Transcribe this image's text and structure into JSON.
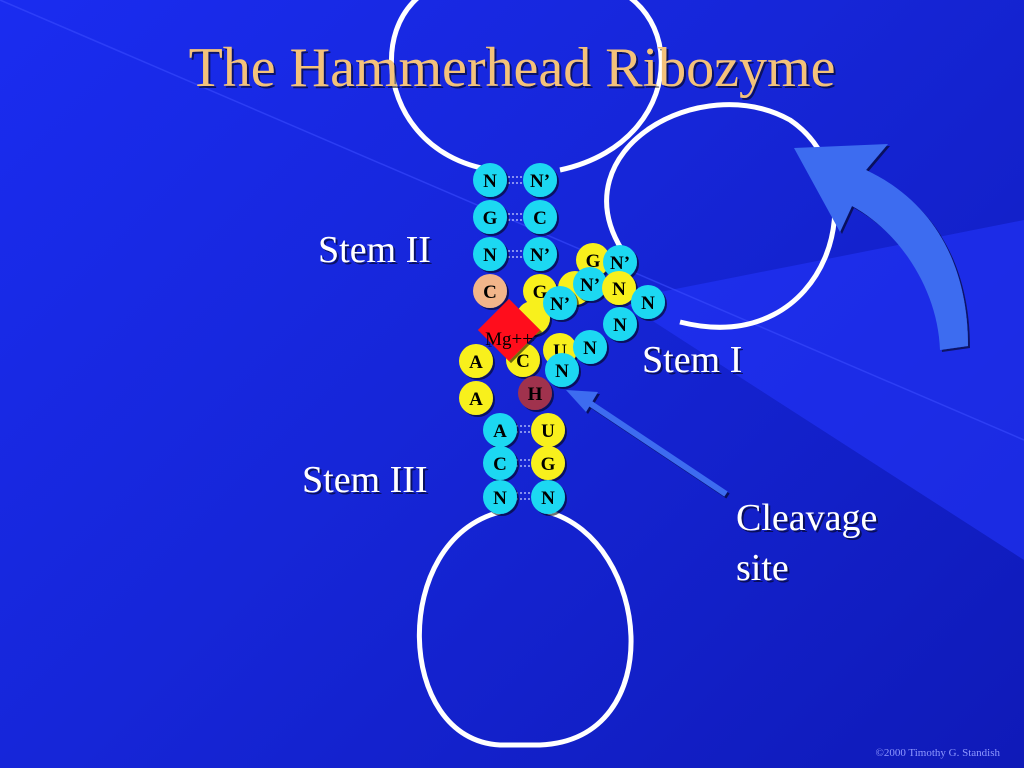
{
  "slide": {
    "title": "The Hammerhead Ribozyme",
    "copyright": "©2000 Timothy G. Standish"
  },
  "labels": {
    "stem_ii": "Stem II",
    "stem_i": "Stem I",
    "stem_iii": "Stem III",
    "cleavage_line1": "Cleavage",
    "cleavage_line2": "site"
  },
  "magnesium": "Mg++",
  "colors": {
    "cyan": "#1fd8f2",
    "yellow": "#f8f01c",
    "peach": "#f2b58a",
    "maroon": "#a0334d",
    "magnesium": "#ff0a1e",
    "arrow": "#3c6cf0",
    "title": "#f4c27a"
  },
  "nucleotides": [
    {
      "name": "stem-ii-left-1",
      "base": "N",
      "color": "cyan"
    },
    {
      "name": "stem-ii-right-1",
      "base": "N’",
      "color": "cyan"
    },
    {
      "name": "stem-ii-left-2",
      "base": "G",
      "color": "cyan"
    },
    {
      "name": "stem-ii-right-2",
      "base": "C",
      "color": "cyan"
    },
    {
      "name": "stem-ii-left-3",
      "base": "N",
      "color": "cyan"
    },
    {
      "name": "stem-ii-right-3",
      "base": "N’",
      "color": "cyan"
    },
    {
      "name": "core-c",
      "base": "C",
      "color": "peach"
    },
    {
      "name": "core-g",
      "base": "G",
      "color": "yellow"
    },
    {
      "name": "core-hidden-1",
      "base": "",
      "color": "yellow"
    },
    {
      "name": "core-a1",
      "base": "A",
      "color": "yellow"
    },
    {
      "name": "core-a2",
      "base": "A",
      "color": "yellow"
    },
    {
      "name": "core-c-hidden",
      "base": "C",
      "color": "yellow"
    },
    {
      "name": "core-u-hidden",
      "base": "U",
      "color": "yellow"
    },
    {
      "name": "cleavage-h",
      "base": "H",
      "color": "maroon"
    },
    {
      "name": "stem-iii-left-1",
      "base": "A",
      "color": "cyan"
    },
    {
      "name": "stem-iii-right-1",
      "base": "U",
      "color": "yellow"
    },
    {
      "name": "stem-iii-left-2",
      "base": "C",
      "color": "cyan"
    },
    {
      "name": "stem-iii-right-2",
      "base": "G",
      "color": "yellow"
    },
    {
      "name": "stem-iii-left-3",
      "base": "N",
      "color": "cyan"
    },
    {
      "name": "stem-iii-right-3",
      "base": "N",
      "color": "cyan"
    },
    {
      "name": "stem-i-yellow-g",
      "base": "G",
      "color": "yellow"
    },
    {
      "name": "stem-i-n-prime-top",
      "base": "N’",
      "color": "cyan"
    },
    {
      "name": "stem-i-yellow-a",
      "base": "",
      "color": "yellow"
    },
    {
      "name": "stem-i-n-prime-mid",
      "base": "N’",
      "color": "cyan"
    },
    {
      "name": "stem-i-n-yellow",
      "base": "N",
      "color": "yellow"
    },
    {
      "name": "stem-i-n-prime-low",
      "base": "N’",
      "color": "cyan"
    },
    {
      "name": "stem-i-n-outer-1",
      "base": "N",
      "color": "cyan"
    },
    {
      "name": "stem-i-n-outer-2",
      "base": "N",
      "color": "cyan"
    },
    {
      "name": "stem-i-n-outer-3",
      "base": "N",
      "color": "cyan"
    },
    {
      "name": "stem-i-n-outer-4",
      "base": "N",
      "color": "cyan"
    }
  ]
}
